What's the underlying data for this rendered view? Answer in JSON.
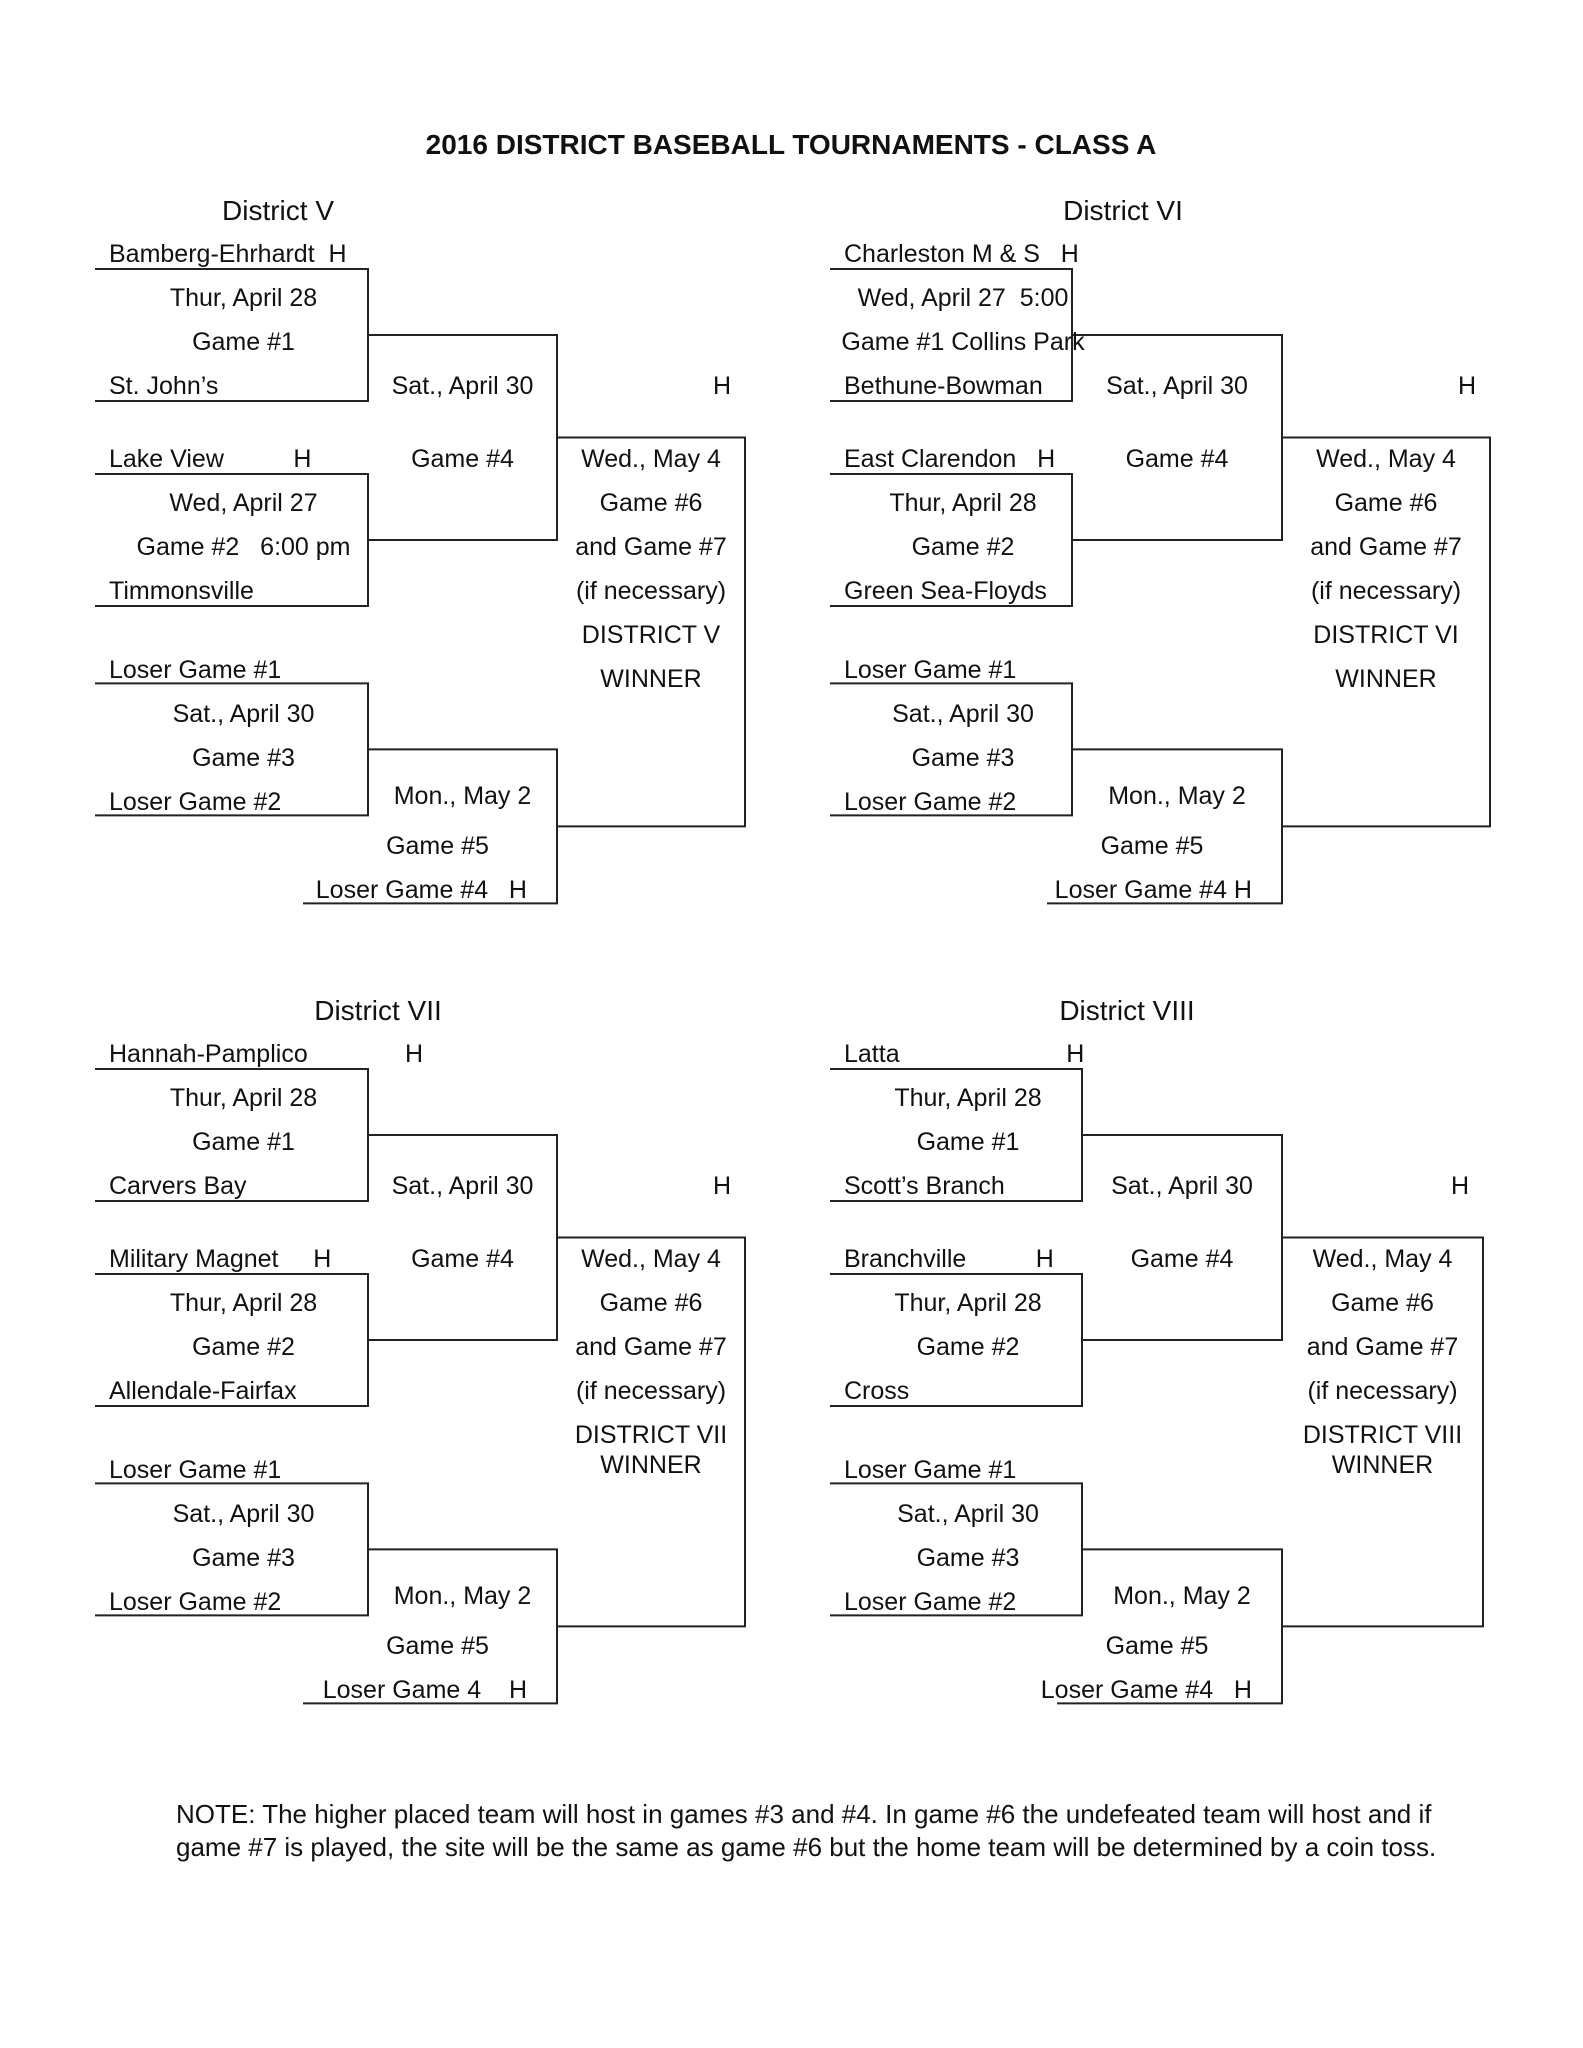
{
  "title": "2016 DISTRICT BASEBALL TOURNAMENTS - CLASS A",
  "districts": [
    {
      "name": "District V",
      "game1": {
        "team_a": "Bamberg-Ehrhardt  H",
        "date": "Thur, April 28",
        "label": "Game #1",
        "team_b": "St. John’s"
      },
      "game2": {
        "team_a": "Lake View          H",
        "date": "Wed, April 27",
        "label": "Game #2   6:00 pm",
        "team_b": "Timmonsville"
      },
      "game3": {
        "team_a": "Loser Game #1",
        "date": "Sat., April 30",
        "label": "Game #3",
        "team_b": "Loser Game #2"
      },
      "game4": {
        "date": "Sat., April 30",
        "label": "Game #4"
      },
      "game5": {
        "date": "Mon., May 2",
        "label": "Game #5",
        "team": "Loser Game #4   H"
      },
      "final": {
        "host": "H",
        "date": "Wed., May 4",
        "game6": "Game #6",
        "game7": "and Game #7",
        "cond": "(if necessary)",
        "winner_1": "DISTRICT V",
        "winner_2": "WINNER"
      }
    },
    {
      "name": "District VI",
      "game1": {
        "team_a": "Charleston M & S   H",
        "date": "Wed, April 27  5:00",
        "label": "Game #1 Collins Park",
        "team_b": "Bethune-Bowman"
      },
      "game2": {
        "team_a": "East Clarendon   H",
        "date": "Thur, April 28",
        "label": "Game #2",
        "team_b": "Green Sea-Floyds"
      },
      "game3": {
        "team_a": "Loser Game #1",
        "date": "Sat., April 30",
        "label": "Game #3",
        "team_b": "Loser Game #2"
      },
      "game4": {
        "date": "Sat., April 30",
        "label": "Game #4"
      },
      "game5": {
        "date": "Mon., May 2",
        "label": "Game #5",
        "team": "Loser Game #4 H"
      },
      "final": {
        "host": "H",
        "date": "Wed., May 4",
        "game6": "Game #6",
        "game7": "and Game #7",
        "cond": "(if necessary)",
        "winner_1": "DISTRICT VI",
        "winner_2": "WINNER"
      }
    },
    {
      "name": "District VII",
      "game1": {
        "team_a": "Hannah-Pamplico              H",
        "date": "Thur, April 28",
        "label": "Game #1",
        "team_b": "Carvers Bay"
      },
      "game2": {
        "team_a": "Military Magnet     H",
        "date": "Thur, April 28",
        "label": "Game #2",
        "team_b": "Allendale-Fairfax"
      },
      "game3": {
        "team_a": "Loser Game #1",
        "date": "Sat., April 30",
        "label": "Game #3",
        "team_b": "Loser Game #2"
      },
      "game4": {
        "date": "Sat., April 30",
        "label": "Game #4"
      },
      "game5": {
        "date": "Mon., May 2",
        "label": "Game #5",
        "team": "Loser Game 4    H"
      },
      "final": {
        "host": "H",
        "date": "Wed., May 4",
        "game6": "Game #6",
        "game7": "and Game #7",
        "cond": "(if necessary)",
        "winner_1": "DISTRICT VII",
        "winner_2": "WINNER"
      }
    },
    {
      "name": "District VIII",
      "game1": {
        "team_a": "Latta                        H",
        "date": "Thur, April 28",
        "label": "Game #1",
        "team_b": "Scott’s Branch"
      },
      "game2": {
        "team_a": "Branchville          H",
        "date": "Thur, April 28",
        "label": "Game #2",
        "team_b": "Cross"
      },
      "game3": {
        "team_a": "Loser Game #1",
        "date": "Sat., April 30",
        "label": "Game #3",
        "team_b": "Loser Game #2"
      },
      "game4": {
        "date": "Sat., April 30",
        "label": "Game #4"
      },
      "game5": {
        "date": "Mon., May 2",
        "label": "Game #5",
        "team": "Loser Game #4   H"
      },
      "final": {
        "host": "H",
        "date": "Wed., May 4",
        "game6": "Game #6",
        "game7": "and Game #7",
        "cond": "(if necessary)",
        "winner_1": "DISTRICT VIII",
        "winner_2": "WINNER"
      }
    }
  ],
  "note": "NOTE:  The higher placed team will host in games #3 and #4.  In game #6 the undefeated team will host and if game #7 is played, the site will be the same as game #6 but the home team will be determined by a coin toss."
}
